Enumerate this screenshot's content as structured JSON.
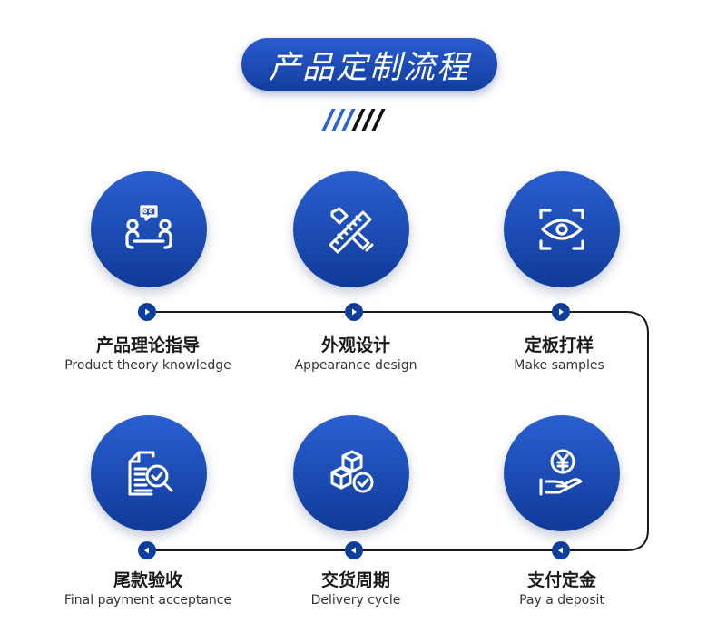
{
  "title": "产品定制流程",
  "divider": {
    "blue_slashes": 3,
    "black_slashes": 3
  },
  "colors": {
    "primary": "#1a4bb8",
    "node": "#0d3e9d",
    "line": "#1a1a1a"
  },
  "steps": [
    {
      "zh": "产品理论指导",
      "en": "Product theory knowledge",
      "icon": "meeting-icon",
      "direction": "right"
    },
    {
      "zh": "外观设计",
      "en": "Appearance design",
      "icon": "ruler-pencil-icon",
      "direction": "right"
    },
    {
      "zh": "定板打样",
      "en": "Make samples",
      "icon": "eye-scan-icon",
      "direction": "right"
    },
    {
      "zh": "支付定金",
      "en": "Pay a deposit",
      "icon": "hand-yen-icon",
      "direction": "left"
    },
    {
      "zh": "交货周期",
      "en": "Delivery cycle",
      "icon": "boxes-check-icon",
      "direction": "left"
    },
    {
      "zh": "尾款验收",
      "en": "Final payment acceptance",
      "icon": "document-search-icon",
      "direction": "left"
    }
  ]
}
